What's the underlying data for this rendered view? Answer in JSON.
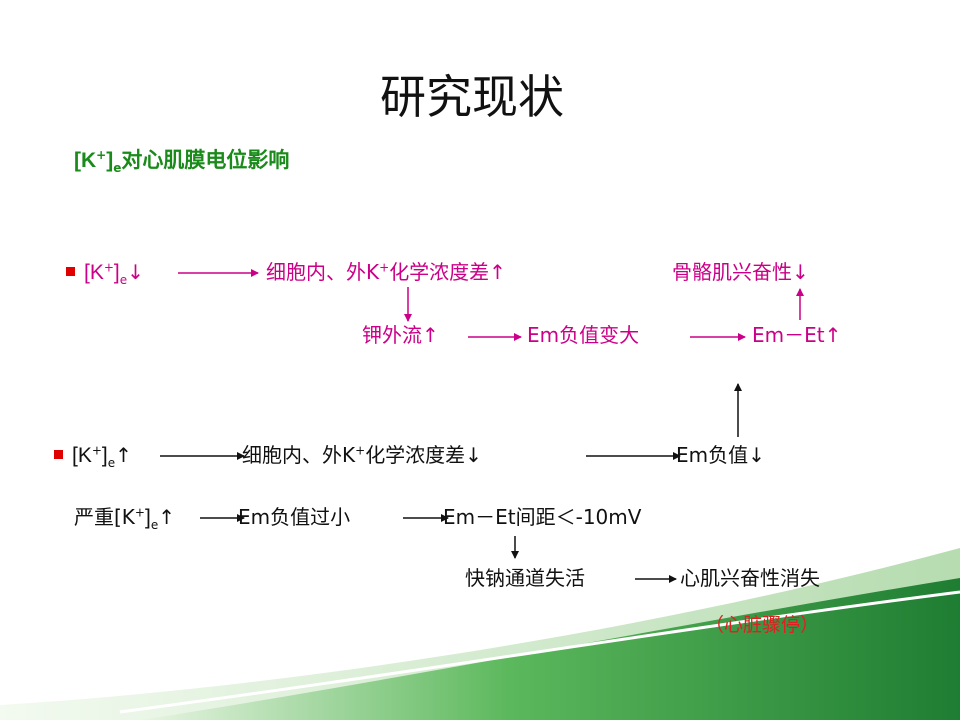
{
  "title": "研究现状",
  "subtitle": {
    "a": "[K",
    "sup": "+",
    "b": "]",
    "sub": "e",
    "c": "对心肌膜电位影响"
  },
  "row1": {
    "cond": {
      "a": "[K",
      "sup": "+",
      "b": "]",
      "sub": "e",
      "c": "↓"
    },
    "grad": {
      "a": "细胞内、外K",
      "sup": "+",
      "b": "化学浓度差↑"
    },
    "skeletal": "骨骼肌兴奋性↓",
    "efflux": "钾外流↑",
    "em_large": "Em负值变大",
    "gap_up": "Em－Et↑"
  },
  "row2": {
    "cond": {
      "a": "[K",
      "sup": "+",
      "b": "]",
      "sub": "e",
      "c": "↑"
    },
    "grad": {
      "a": "细胞内、外K",
      "sup": "+",
      "b": "化学浓度差↓"
    },
    "em_low": "Em负值↓"
  },
  "row3": {
    "cond": {
      "a": "严重[K",
      "sup": "+",
      "b": "]",
      "sub": "e",
      "c": "↑"
    },
    "em_small": "Em负值过小",
    "gap": "Em－Et间距＜-10mV",
    "na_inact": "快钠通道失活",
    "cardiac_loss": "心肌兴奋性消失",
    "arrest": "（心脏骤停）"
  },
  "colors": {
    "accent_magenta": "#cc0088",
    "subtitle_green": "#1a8a1a",
    "bullet_red": "#e00000",
    "swoosh_green": "#2e9a3a"
  }
}
